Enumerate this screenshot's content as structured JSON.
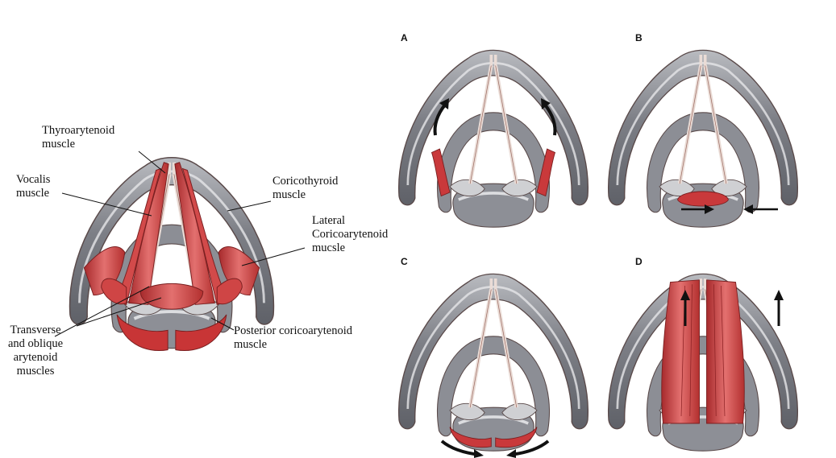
{
  "labels": {
    "thyroarytenoid": [
      "Thyroarytenoid",
      "muscle"
    ],
    "vocalis": [
      "Vocalis",
      "muscle"
    ],
    "cricothyroid": [
      "Coricothyroid",
      "muscle"
    ],
    "lateral": [
      "Lateral",
      "Coricoarytenoid",
      "mucsle"
    ],
    "transverse": [
      "Transverse",
      "and oblique",
      "arytenoid",
      "muscles"
    ],
    "posterior": [
      "Posterior coricoarytenoid",
      "muscle"
    ]
  },
  "panels": [
    "A",
    "B",
    "C",
    "D"
  ],
  "colors": {
    "cartilage": "#7d7f86",
    "cartilage_light": "#d9dadd",
    "muscle": "#c9393b",
    "muscle_light": "#e88a88",
    "ligament": "#eadcd6",
    "arrow": "#111111"
  }
}
